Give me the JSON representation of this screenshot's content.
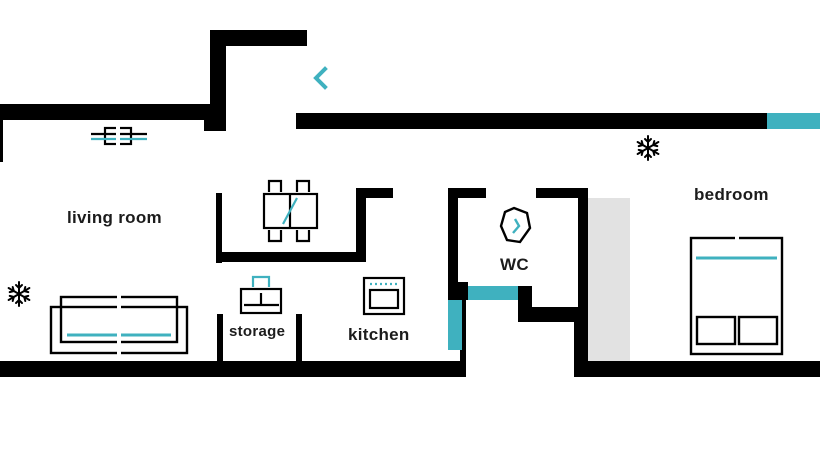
{
  "rooms": {
    "living_room": "living room",
    "storage": "storage",
    "kitchen": "kitchen",
    "wc": "WC",
    "bedroom": "bedroom"
  },
  "colors": {
    "wall": "#000000",
    "accent": "#3fb1bf",
    "closet_fill": "#e2e2e2",
    "background": "#ffffff"
  },
  "icons": {
    "entrance": "chevron-left-icon",
    "ac": "snowflake-icon",
    "window": "window-icon"
  }
}
